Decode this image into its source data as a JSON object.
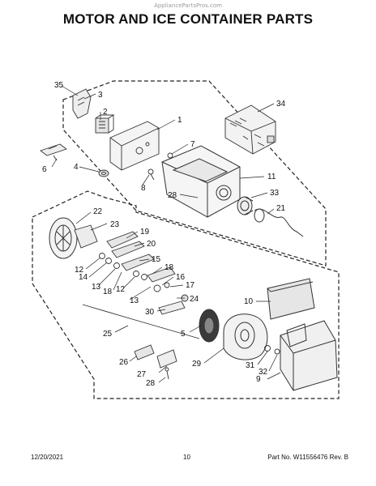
{
  "watermark": "AppliancePartsPros.com",
  "title": "MOTOR AND ICE CONTAINER PARTS",
  "footer": {
    "date": "12/20/2021",
    "page": "10",
    "part": "Part No. W11556476  Rev. B"
  },
  "callouts": [
    {
      "id": "c35",
      "text": "35"
    },
    {
      "id": "c3",
      "text": "3"
    },
    {
      "id": "c34",
      "text": "34"
    },
    {
      "id": "c2",
      "text": "2"
    },
    {
      "id": "c1",
      "text": "1"
    },
    {
      "id": "c7",
      "text": "7"
    },
    {
      "id": "c6",
      "text": "6"
    },
    {
      "id": "c4",
      "text": "4"
    },
    {
      "id": "c11",
      "text": "11"
    },
    {
      "id": "c8",
      "text": "8"
    },
    {
      "id": "c28a",
      "text": "28"
    },
    {
      "id": "c33",
      "text": "33"
    },
    {
      "id": "c21",
      "text": "21"
    },
    {
      "id": "c22",
      "text": "22"
    },
    {
      "id": "c23",
      "text": "23"
    },
    {
      "id": "c19",
      "text": "19"
    },
    {
      "id": "c20",
      "text": "20"
    },
    {
      "id": "c15",
      "text": "15"
    },
    {
      "id": "c12a",
      "text": "12"
    },
    {
      "id": "c14",
      "text": "14"
    },
    {
      "id": "c13a",
      "text": "13"
    },
    {
      "id": "c18a",
      "text": "18"
    },
    {
      "id": "c18b",
      "text": "18"
    },
    {
      "id": "c12b",
      "text": "12"
    },
    {
      "id": "c16",
      "text": "16"
    },
    {
      "id": "c17",
      "text": "17"
    },
    {
      "id": "c10",
      "text": "10"
    },
    {
      "id": "c13b",
      "text": "13"
    },
    {
      "id": "c24",
      "text": "24"
    },
    {
      "id": "c30",
      "text": "30"
    },
    {
      "id": "c25",
      "text": "25"
    },
    {
      "id": "c5",
      "text": "5"
    },
    {
      "id": "c26",
      "text": "26"
    },
    {
      "id": "c29",
      "text": "29"
    },
    {
      "id": "c31",
      "text": "31"
    },
    {
      "id": "c27",
      "text": "27"
    },
    {
      "id": "c32",
      "text": "32"
    },
    {
      "id": "c28b",
      "text": "28"
    },
    {
      "id": "c9",
      "text": "9"
    }
  ]
}
